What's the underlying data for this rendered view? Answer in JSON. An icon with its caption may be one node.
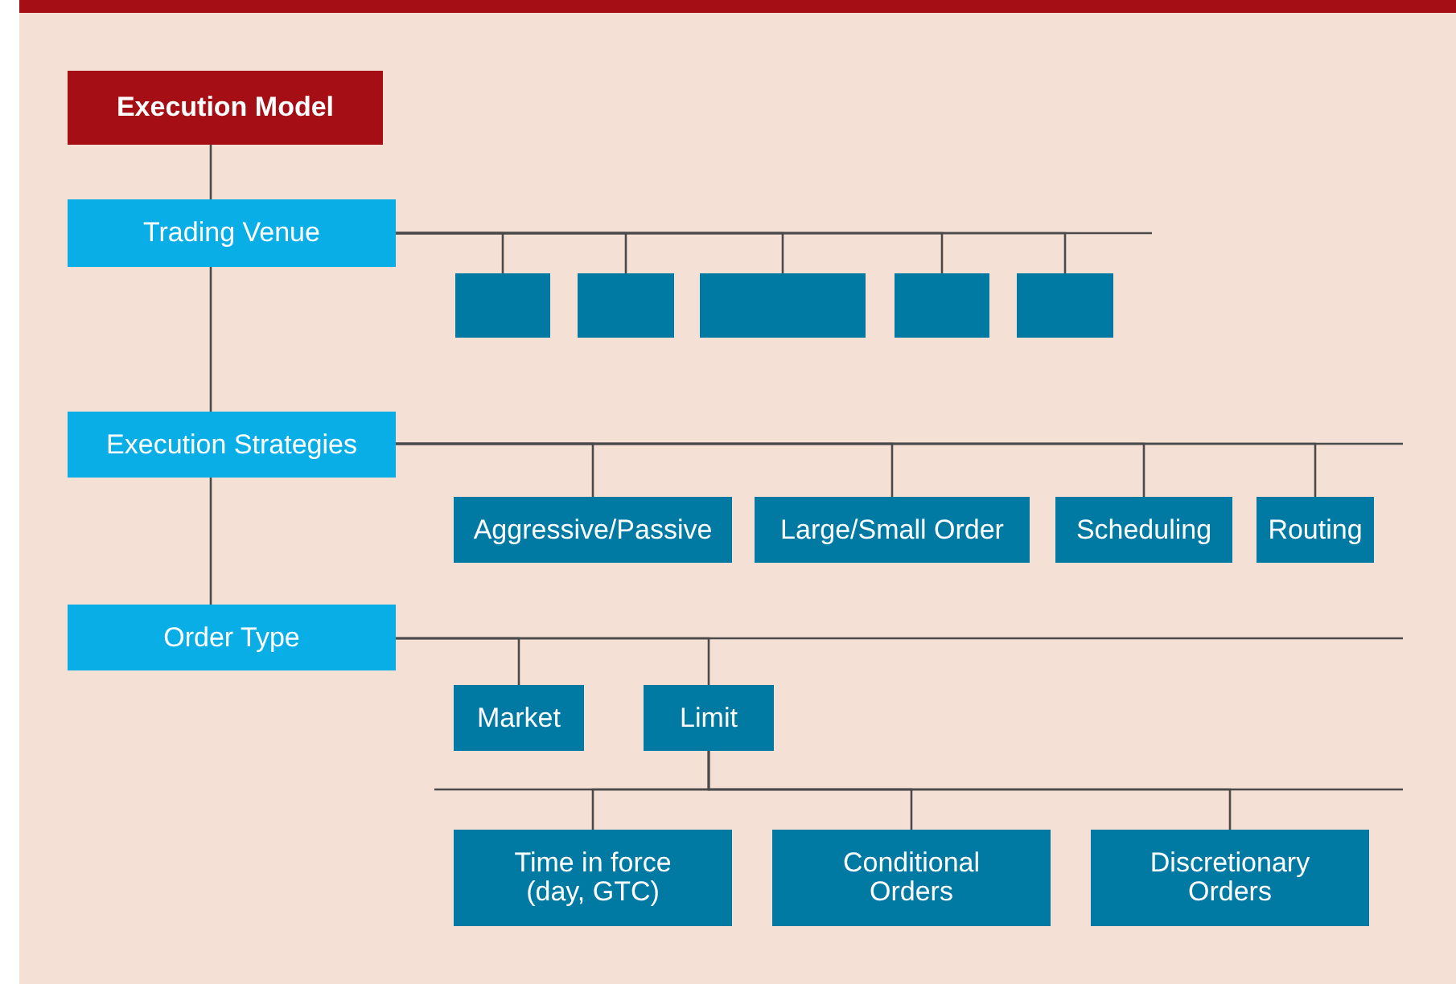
{
  "diagram": {
    "nodes": [
      {
        "text": [
          "Execution Model"
        ]
      },
      {
        "text": [
          "Trading Venue"
        ]
      },
      {
        "text": [],
        "shape": "box"
      },
      {
        "text": [],
        "shape": "box"
      },
      {
        "text": [],
        "shape": "box"
      },
      {
        "text": [],
        "shape": "box"
      },
      {
        "text": [],
        "shape": "box"
      },
      {
        "text": [
          "Execution Strategies"
        ]
      },
      {
        "text": [
          "Aggressive/Passive"
        ]
      },
      {
        "text": [
          "Large/Small Order"
        ]
      },
      {
        "text": [
          "Scheduling"
        ]
      },
      {
        "text": [
          "Routing"
        ]
      },
      {
        "text": [
          "Order Type"
        ]
      },
      {
        "text": [
          "Market"
        ]
      },
      {
        "text": [
          "Limit"
        ]
      },
      {
        "text": [
          "Time in force (day, GTC)"
        ]
      },
      {
        "text": [
          "Conditional Orders"
        ]
      },
      {
        "text": [
          "Discretionary Orders"
        ]
      }
    ],
    "edges": [
      {
        "from": 0,
        "to": 1,
        "arrow": "none"
      },
      {
        "from": 1,
        "to": 7,
        "arrow": "none"
      },
      {
        "from": 7,
        "to": 12,
        "arrow": "none"
      },
      {
        "from": 1,
        "to": 2,
        "arrow": "none"
      },
      {
        "from": 1,
        "to": 3,
        "arrow": "none"
      },
      {
        "from": 1,
        "to": 4,
        "arrow": "none"
      },
      {
        "from": 1,
        "to": 5,
        "arrow": "none"
      },
      {
        "from": 1,
        "to": 6,
        "arrow": "none"
      },
      {
        "from": 7,
        "to": 8,
        "arrow": "none"
      },
      {
        "from": 7,
        "to": 9,
        "arrow": "none"
      },
      {
        "from": 7,
        "to": 10,
        "arrow": "none"
      },
      {
        "from": 7,
        "to": 11,
        "arrow": "none"
      },
      {
        "from": 12,
        "to": 13,
        "arrow": "none"
      },
      {
        "from": 12,
        "to": 14,
        "arrow": "none"
      },
      {
        "from": 14,
        "to": 15,
        "arrow": "none"
      },
      {
        "from": 14,
        "to": 16,
        "arrow": "none"
      },
      {
        "from": 14,
        "to": 17,
        "arrow": "none"
      }
    ]
  }
}
